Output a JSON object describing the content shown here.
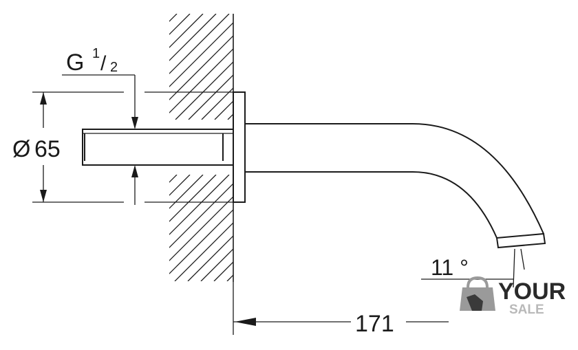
{
  "drawing": {
    "thread_label": {
      "prefix": "G",
      "num": "1",
      "slash": "/",
      "den": "2"
    },
    "diameter_label": {
      "symbol": "Ø",
      "value": "65"
    },
    "length_label": "171",
    "angle_label": "11 °"
  },
  "watermark": {
    "word_top": "YOUR",
    "word_bottom": "SALE",
    "icon": "shopping-bag-hand-icon"
  }
}
